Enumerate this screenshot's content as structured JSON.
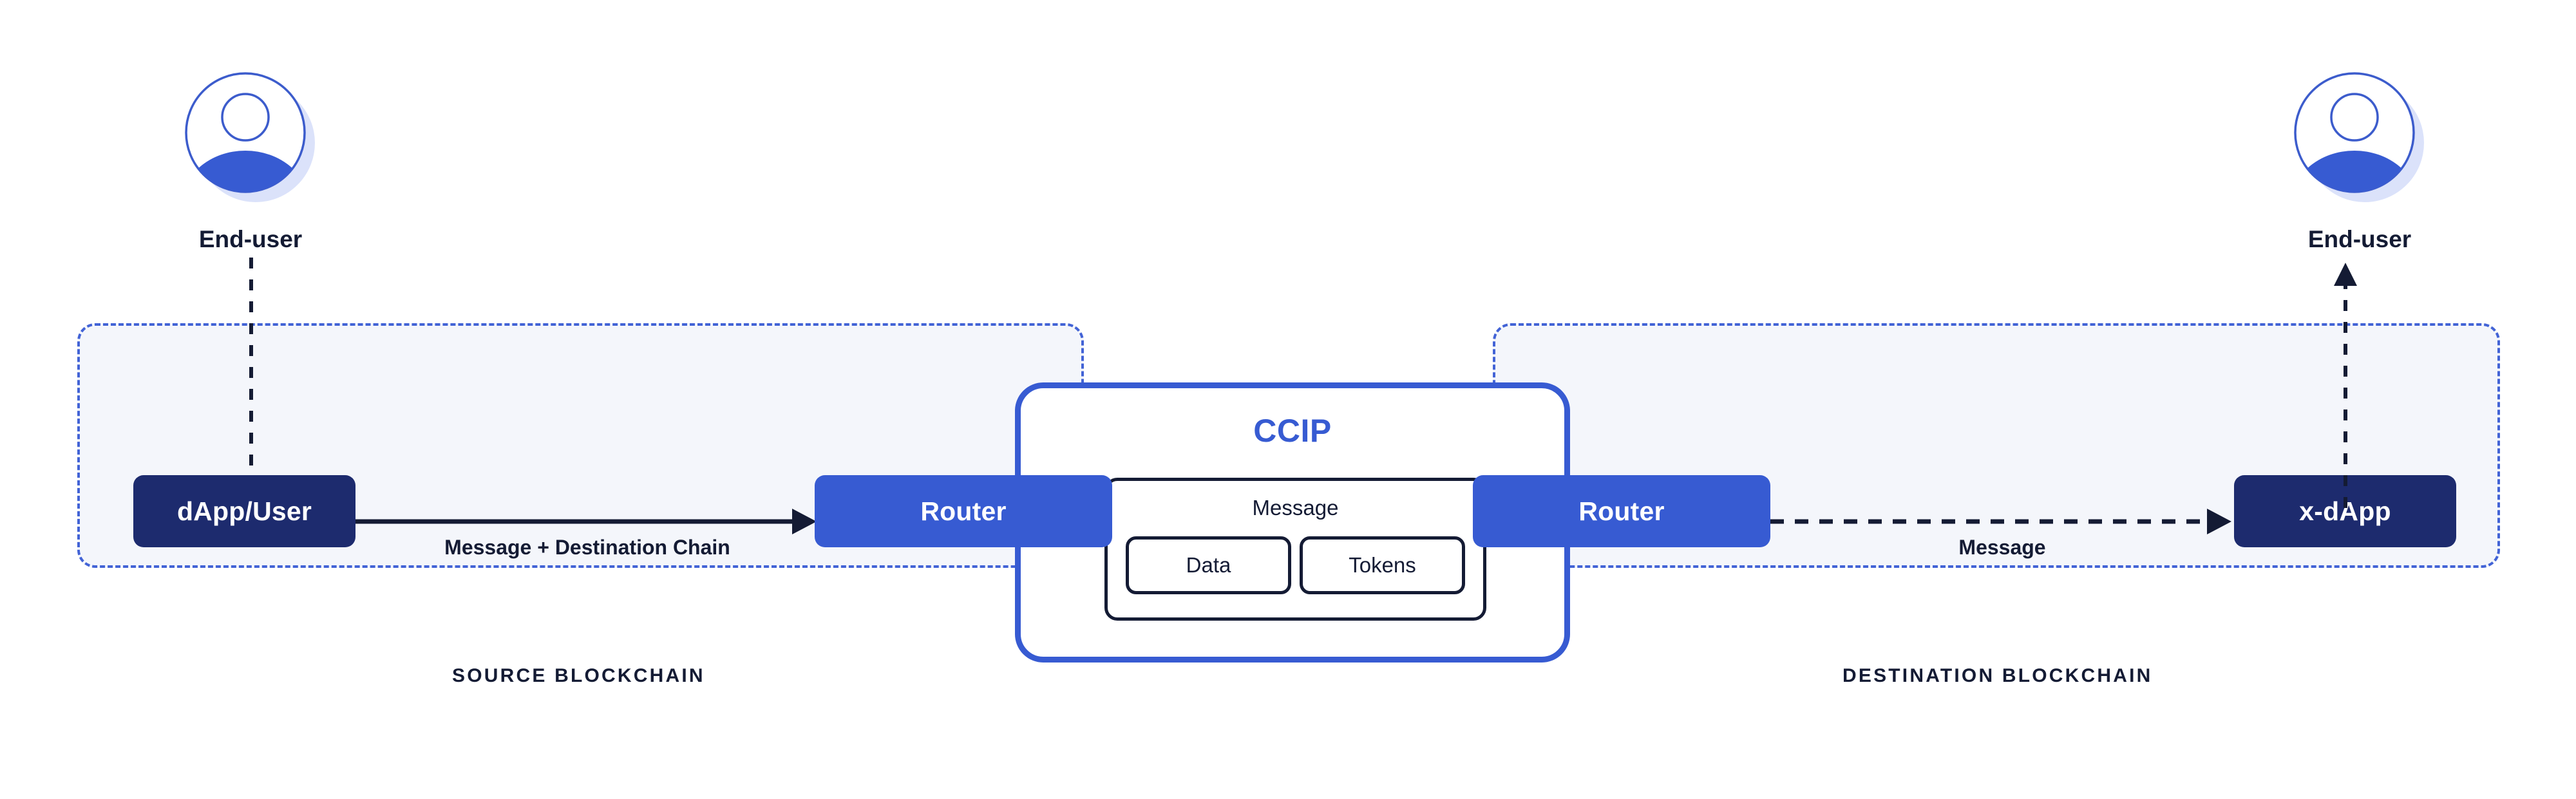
{
  "diagram": {
    "title": "CCIP cross-chain message flow",
    "background_color": "#ffffff"
  },
  "colors": {
    "region_fill": "#f4f6fb",
    "region_border": "#4263d6",
    "node_dark": "#1d2b6e",
    "node_blue": "#375bd2",
    "accent_blue": "#375bd2",
    "ink": "#141b34",
    "avatar_shadow": "#dbe2fa",
    "avatar_outline": "#3c5ccc"
  },
  "regions": [
    {
      "id": "source",
      "label": "SOURCE BLOCKCHAIN"
    },
    {
      "id": "destination",
      "label": "DESTINATION BLOCKCHAIN"
    }
  ],
  "actors": [
    {
      "id": "end-user-left",
      "label": "End-user",
      "icon": "user-avatar-icon"
    },
    {
      "id": "end-user-right",
      "label": "End-user",
      "icon": "user-avatar-icon"
    }
  ],
  "nodes": [
    {
      "id": "dapp-user",
      "label": "dApp/User",
      "style": "dark"
    },
    {
      "id": "router-source",
      "label": "Router",
      "style": "blue"
    },
    {
      "id": "router-destination",
      "label": "Router",
      "style": "blue"
    },
    {
      "id": "x-dapp",
      "label": "x-dApp",
      "style": "dark"
    }
  ],
  "ccip": {
    "title": "CCIP",
    "message": {
      "title": "Message",
      "parts": [
        {
          "id": "data",
          "label": "Data"
        },
        {
          "id": "tokens",
          "label": "Tokens"
        }
      ]
    }
  },
  "edges": [
    {
      "id": "enduser-to-dapp",
      "label": "",
      "style": "dashed",
      "direction": "down"
    },
    {
      "id": "dapp-to-router",
      "label": "Message + Destination Chain",
      "style": "solid",
      "direction": "right"
    },
    {
      "id": "router-to-xdapp",
      "label": "Message",
      "style": "dashed",
      "direction": "right"
    },
    {
      "id": "xdapp-to-enduser",
      "label": "",
      "style": "dashed",
      "direction": "up"
    }
  ]
}
